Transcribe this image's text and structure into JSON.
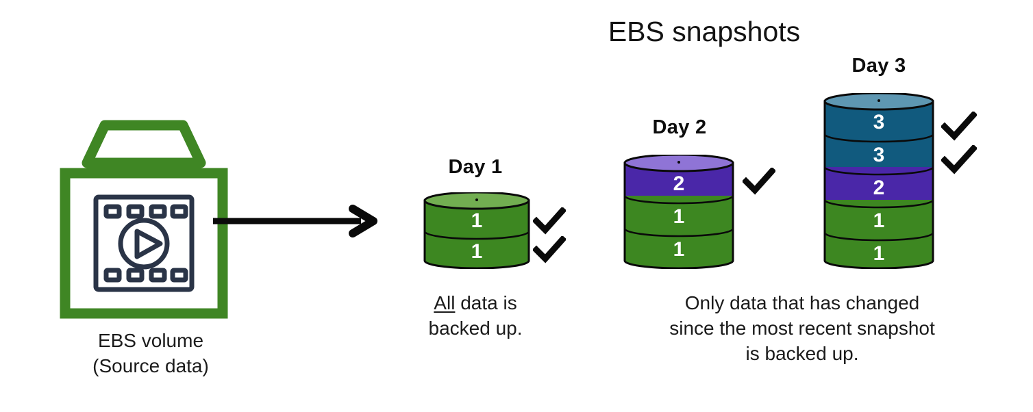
{
  "title": "EBS snapshots",
  "colors": {
    "green_body": "#3d8721",
    "green_top": "#72ae51",
    "purple_body": "#4a27a8",
    "purple_top": "#8f74d6",
    "teal_body": "#115a7e",
    "teal_top": "#5e97b2",
    "icon_green": "#3f8624",
    "icon_navy": "#2a3447",
    "text": "#1b1b1b",
    "stroke": "#0a0a0a"
  },
  "source": {
    "icon_name": "ebs-volume-icon",
    "caption_line1": "EBS volume",
    "caption_line2": "(Source data)"
  },
  "arrow": {
    "name": "flow-arrow",
    "direction": "right"
  },
  "snapshots": [
    {
      "id": "day-1",
      "label": "Day 1",
      "bands": [
        {
          "value": "1",
          "color_key": "green_body"
        },
        {
          "value": "1",
          "color_key": "green_body"
        }
      ],
      "top_color_key": "green_top",
      "checks": 2
    },
    {
      "id": "day-2",
      "label": "Day 2",
      "bands": [
        {
          "value": "2",
          "color_key": "purple_body"
        },
        {
          "value": "1",
          "color_key": "green_body"
        },
        {
          "value": "1",
          "color_key": "green_body"
        }
      ],
      "top_color_key": "purple_top",
      "checks": 1
    },
    {
      "id": "day-3",
      "label": "Day 3",
      "bands": [
        {
          "value": "3",
          "color_key": "teal_body"
        },
        {
          "value": "3",
          "color_key": "teal_body"
        },
        {
          "value": "2",
          "color_key": "purple_body"
        },
        {
          "value": "1",
          "color_key": "green_body"
        },
        {
          "value": "1",
          "color_key": "green_body"
        }
      ],
      "top_color_key": "teal_top",
      "checks": 2
    }
  ],
  "captions": {
    "day1_prefix": "All",
    "day1_rest": " data is",
    "day1_line2": "backed up.",
    "right_line1": "Only data that has changed",
    "right_line2": "since the most recent snapshot",
    "right_line3": "is backed up."
  }
}
